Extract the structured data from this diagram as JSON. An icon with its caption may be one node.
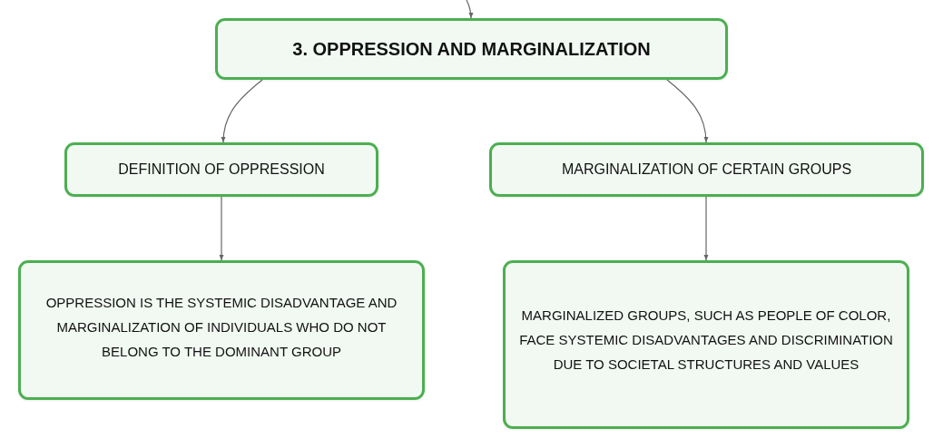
{
  "diagram": {
    "nodes": [
      {
        "text": [
          "3. OPPRESSION AND MARGINALIZATION"
        ]
      },
      {
        "text": [
          "DEFINITION OF OPPRESSION"
        ]
      },
      {
        "text": [
          "MARGINALIZATION OF CERTAIN GROUPS"
        ]
      },
      {
        "text": [
          "OPPRESSION IS THE SYSTEMIC DISADVANTAGE AND MARGINALIZATION OF INDIVIDUALS WHO DO NOT BELONG TO THE DOMINANT GROUP"
        ]
      },
      {
        "text": [
          "MARGINALIZED GROUPS, SUCH AS PEOPLE OF COLOR, FACE SYSTEMIC DISADVANTAGES AND DISCRIMINATION DUE TO SOCIETAL STRUCTURES AND VALUES"
        ]
      }
    ],
    "edges": [
      {
        "from": null,
        "to": 0,
        "arrow": "to"
      },
      {
        "from": 0,
        "to": 1,
        "arrow": "to"
      },
      {
        "from": 0,
        "to": 2,
        "arrow": "to"
      },
      {
        "from": 1,
        "to": 3,
        "arrow": "to"
      },
      {
        "from": 2,
        "to": 4,
        "arrow": "to"
      }
    ]
  }
}
